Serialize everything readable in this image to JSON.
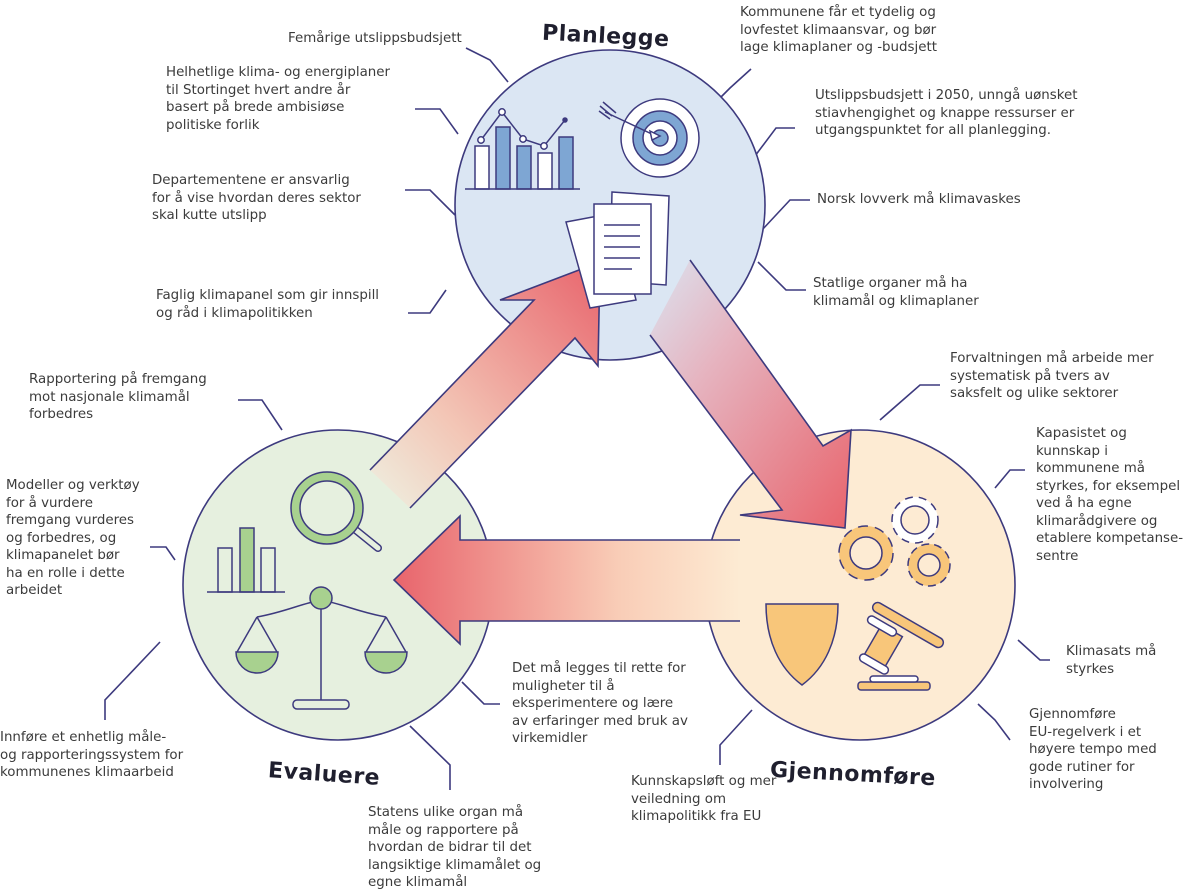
{
  "diagram": {
    "colors": {
      "outline": "#3d3a7e",
      "plan_fill": "#dbe6f3",
      "evaluate_fill": "#e6f0df",
      "implement_fill": "#fdebd3",
      "arrow_red": "#e8646c",
      "plan_icon_fill": "#7ea6d3",
      "evaluate_icon_fill": "#a8d18f",
      "implement_icon_fill": "#f8c67a"
    },
    "phases": {
      "plan": {
        "label": "Planlegge"
      },
      "implement": {
        "label": "Gjennomføre"
      },
      "evaluate": {
        "label": "Evaluere"
      }
    },
    "plan_notes": [
      "Femårige utslippsbudsjett",
      "Helhetlige klima- og energiplaner\ntil Stortinget hvert andre år\nbasert på brede ambisiøse\npolitiske forlik",
      "Departementene er ansvarlig\nfor å vise hvordan deres sektor\nskal kutte utslipp",
      "Faglig klimapanel som gir innspill\nog råd i klimapolitikken",
      "Kommunene får et tydelig og\nlovfestet klimaansvar, og bør\nlage klimaplaner og -budsjett",
      "Utslippsbudsjett i 2050, unngå uønsket\nstiavhengighet og knappe ressurser er\nutgangspunktet for all planlegging.",
      "Norsk lovverk må klimavaskes",
      "Statlige organer må ha\nklimamål og klimaplaner"
    ],
    "implement_notes": [
      "Forvaltningen må arbeide mer\nsystematisk på tvers av\nsaksfelt og ulike sektorer",
      "Kapasistet og\nkunnskap i\nkommunene må\nstyrkes, for eksempel\nved å ha egne\nklimarådgivere og\netablere kompetanse-\nsentre",
      "Klimasats må\nstyrkes",
      "Gjennomføre\nEU-regelverk i et\nhøyere tempo med\ngode rutiner for\ninvolvering",
      "Kunnskapsløft og mer\nveiledning om\nklimapolitikk fra EU"
    ],
    "evaluate_notes": [
      "Rapportering på fremgang\nmot nasjonale klimamål\nforbedres",
      "Modeller og verktøy\nfor å vurdere\nfremgang vurderes\nog forbedres, og\nklimapanelet bør\nha en rolle i dette\narbeidet",
      "Innføre et enhetlig måle-\nog rapporteringssystem for\nkommunenes klimaarbeid",
      "Statens ulike organ må\nmåle og rapportere på\nhvordan de bidrar til det\nlangsiktige klimamålet og\negne klimamål",
      "Det må legges til rette for\nmuligheter til å\neksperimentere og lære\nav erfaringer med bruk av\nvirkemidler"
    ],
    "icons": [
      "bar-chart-icon",
      "target-icon",
      "documents-icon",
      "gears-icon",
      "shield-icon",
      "gavel-icon",
      "magnifier-icon",
      "scales-icon"
    ]
  }
}
